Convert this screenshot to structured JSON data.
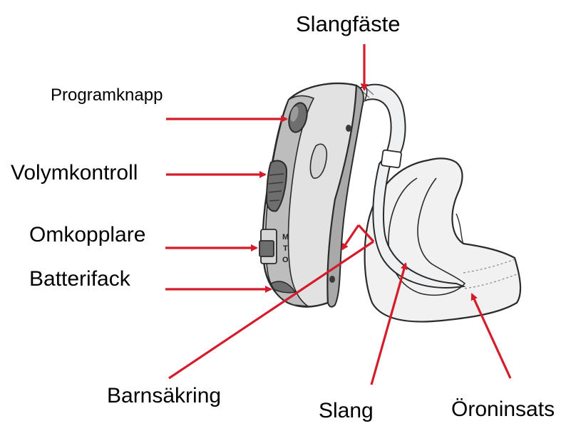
{
  "colors": {
    "arrow": "#d41c2a",
    "outline": "#2b2b2b",
    "body_side": "#b3b3b3",
    "body_face": "#e2e2e2",
    "control_dark": "#6e6e6e",
    "tube": "#eef0f2",
    "earpiece": "#f1f1f1"
  },
  "labels": {
    "slangfaste": "Slangfäste",
    "programknapp": "Programknapp",
    "volymkontroll": "Volymkontroll",
    "omkopplare": "Omkopplare",
    "batterifack": "Batterifack",
    "barnsakring": "Barnsäkring",
    "slang": "Slang",
    "oroninsats": "Öroninsats"
  },
  "switch_letters": [
    "M",
    "T",
    "O"
  ]
}
